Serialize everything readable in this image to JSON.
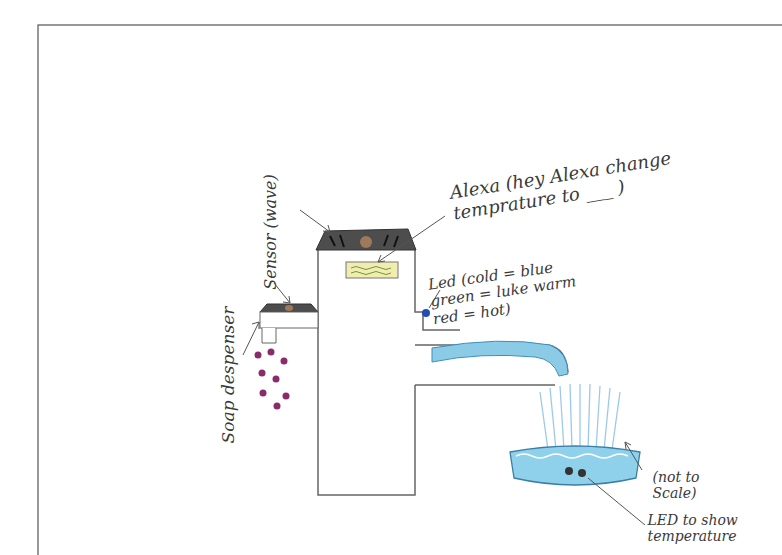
{
  "diagram": {
    "labels": [
      "Soap despenser",
      "Sensor (wave)",
      "Alexa (hey Alexa change temprature to ___ )",
      "Led (cold = blue green = luke warm red = hot)",
      "(not to Scale)",
      "LED to show temperature"
    ]
  }
}
